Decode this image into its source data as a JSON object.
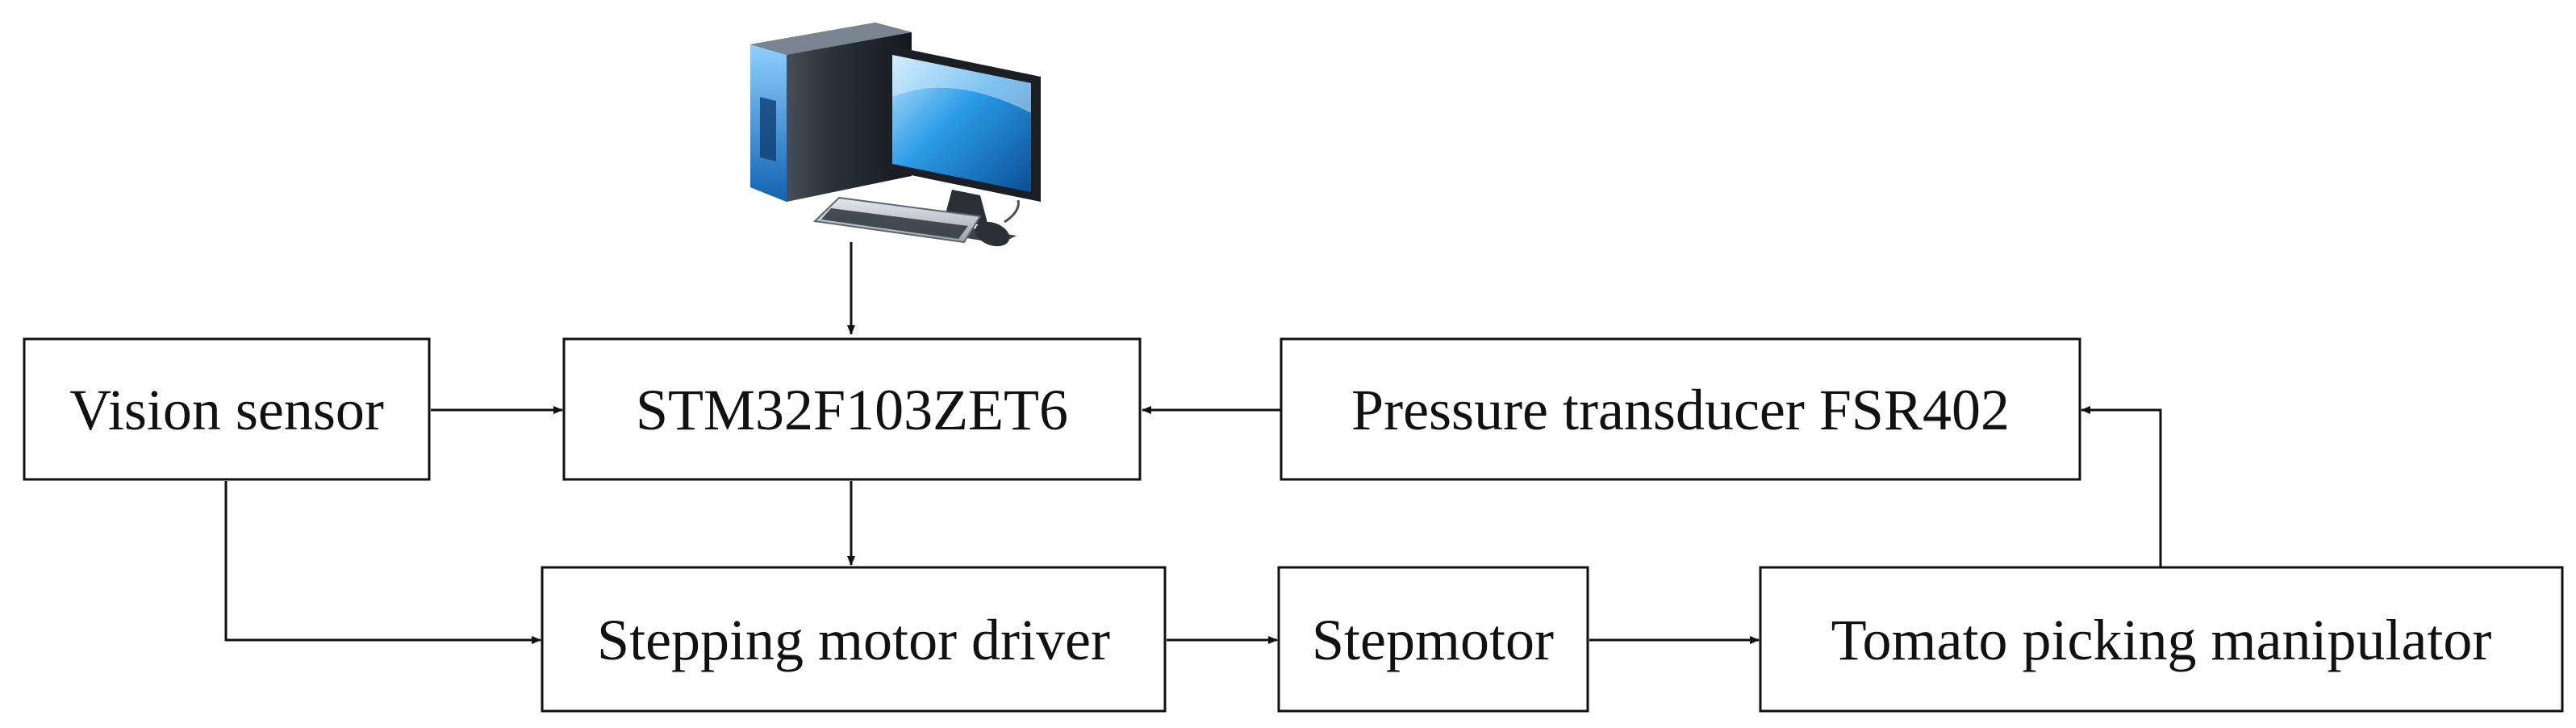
{
  "diagram": {
    "blocks": {
      "vision_sensor": "Vision sensor",
      "mcu": "STM32F103ZET6",
      "pressure_transducer": "Pressure transducer FSR402",
      "motor_driver": "Stepping motor driver",
      "stepmotor": "Stepmotor",
      "manipulator": "Tomato picking manipulator"
    },
    "computer_icon": "desktop-computer-icon",
    "colors": {
      "line": "#111111",
      "monitor_blue": "#1e88d6",
      "tower_blue": "#1c6fb8",
      "tower_dark": "#3a4048"
    }
  }
}
